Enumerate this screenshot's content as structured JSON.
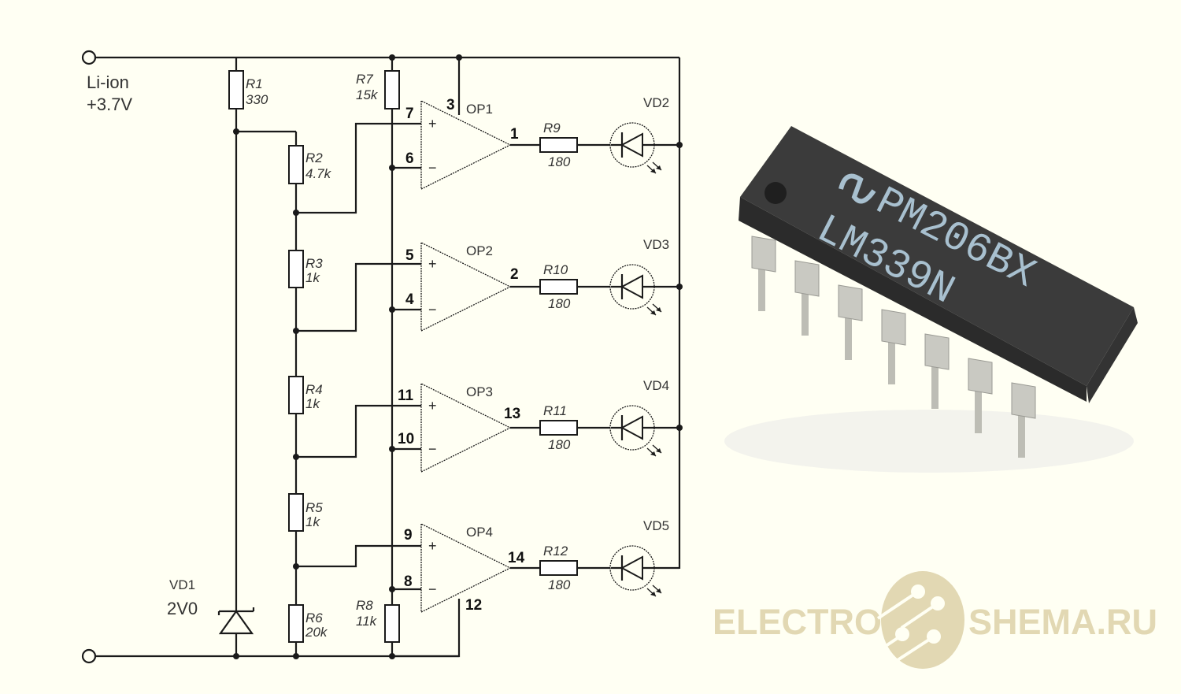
{
  "supply": {
    "name": "Li-ion",
    "voltage": "+3.7V"
  },
  "resistors": [
    {
      "ref": "R1",
      "value": "330"
    },
    {
      "ref": "R2",
      "value": "4.7k"
    },
    {
      "ref": "R3",
      "value": "1k"
    },
    {
      "ref": "R4",
      "value": "1k"
    },
    {
      "ref": "R5",
      "value": "1k"
    },
    {
      "ref": "R6",
      "value": "20k"
    },
    {
      "ref": "R7",
      "value": "15k"
    },
    {
      "ref": "R8",
      "value": "11k"
    },
    {
      "ref": "R9",
      "value": "180"
    },
    {
      "ref": "R10",
      "value": "180"
    },
    {
      "ref": "R11",
      "value": "180"
    },
    {
      "ref": "R12",
      "value": "180"
    }
  ],
  "zener": {
    "ref": "VD1",
    "value": "2V0"
  },
  "comparators": [
    {
      "ref": "OP1",
      "plus_pin": "7",
      "minus_pin": "6",
      "out_pin": "1",
      "led": "VD2"
    },
    {
      "ref": "OP2",
      "plus_pin": "5",
      "minus_pin": "4",
      "out_pin": "2",
      "led": "VD3"
    },
    {
      "ref": "OP3",
      "plus_pin": "11",
      "minus_pin": "10",
      "out_pin": "13",
      "led": "VD4"
    },
    {
      "ref": "OP4",
      "plus_pin": "9",
      "minus_pin": "8",
      "out_pin": "14",
      "led": "VD5"
    }
  ],
  "power_pins": {
    "vcc": "3",
    "gnd": "12"
  },
  "signs": {
    "plus": "+",
    "minus": "−"
  },
  "chip": {
    "line1": "PM206BX",
    "line2": "LM339N",
    "logo": "national-semiconductor-logo"
  },
  "watermark": {
    "left": "ELECTRO",
    "right": "SHEMA.RU"
  }
}
